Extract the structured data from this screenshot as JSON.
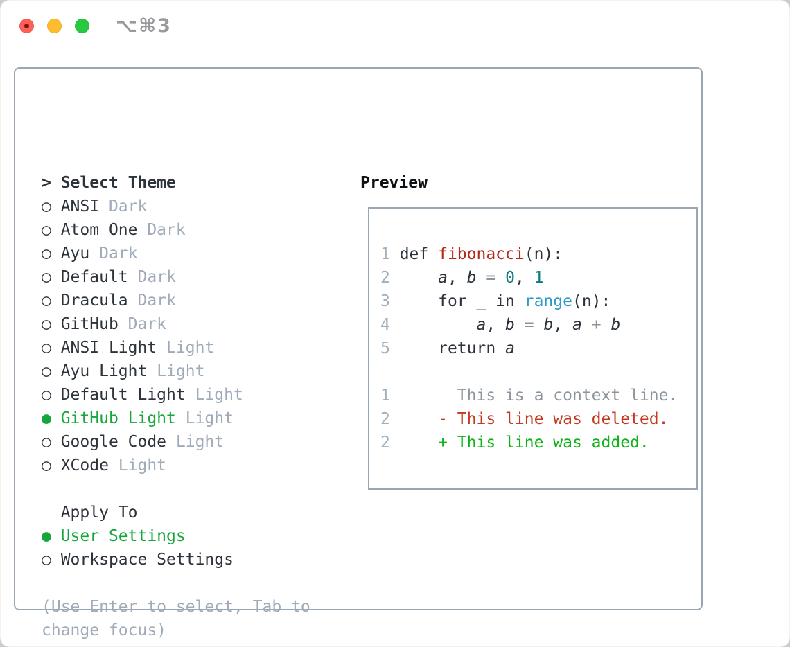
{
  "window": {
    "title": "⌥⌘3",
    "traffic_lights": [
      "close",
      "minimize",
      "zoom"
    ]
  },
  "colors": {
    "panel-border": "#9aa6b2",
    "text-dark": "#2d333b",
    "text-header": "#0f1215",
    "muted": "#9fabb8",
    "accent-green": "#16a63c",
    "line-number": "#a2adb8",
    "func-red": "#b3291a",
    "num-teal": "#0d7b80",
    "builtin-blue": "#2e9bc7",
    "op-gray": "#8a949e",
    "context-gray": "#8d959c",
    "del-red": "#c23a20",
    "add-green": "#0fb218",
    "traffic-red": "#ff5f57",
    "traffic-yellow": "#febc2e",
    "traffic-green": "#28c840",
    "title-gray": "#98989d"
  },
  "theme_selector": {
    "header_marker": ">",
    "header": "Select Theme",
    "unselected_marker": "○",
    "selected_marker": "●",
    "items": [
      {
        "name": "ANSI",
        "variant": "Dark",
        "selected": false
      },
      {
        "name": "Atom One",
        "variant": "Dark",
        "selected": false
      },
      {
        "name": "Ayu",
        "variant": "Dark",
        "selected": false
      },
      {
        "name": "Default",
        "variant": "Dark",
        "selected": false
      },
      {
        "name": "Dracula",
        "variant": "Dark",
        "selected": false
      },
      {
        "name": "GitHub",
        "variant": "Dark",
        "selected": false
      },
      {
        "name": "ANSI Light",
        "variant": "Light",
        "selected": false
      },
      {
        "name": "Ayu Light",
        "variant": "Light",
        "selected": false
      },
      {
        "name": "Default Light",
        "variant": "Light",
        "selected": false
      },
      {
        "name": "GitHub Light",
        "variant": "Light",
        "selected": true
      },
      {
        "name": "Google Code",
        "variant": "Light",
        "selected": false
      },
      {
        "name": "XCode",
        "variant": "Light",
        "selected": false
      }
    ],
    "apply_to": {
      "header": "Apply To",
      "options": [
        {
          "label": "User Settings",
          "selected": true
        },
        {
          "label": "Workspace Settings",
          "selected": false
        }
      ]
    },
    "help_lines": [
      "(Use Enter to select, Tab to",
      "change focus)"
    ]
  },
  "preview": {
    "header": "Preview",
    "lines": [
      {
        "tokens": [
          [
            "ln",
            "1 "
          ],
          [
            "code",
            "def "
          ],
          [
            "func",
            "fibonacci"
          ],
          [
            "code",
            "(n):"
          ]
        ]
      },
      {
        "tokens": [
          [
            "ln",
            "2"
          ],
          [
            "code",
            "     "
          ],
          [
            "var",
            "a"
          ],
          [
            "code",
            ", "
          ],
          [
            "var",
            "b"
          ],
          [
            "code",
            " "
          ],
          [
            "op",
            "="
          ],
          [
            "code",
            " "
          ],
          [
            "num",
            "0"
          ],
          [
            "code",
            ", "
          ],
          [
            "num",
            "1"
          ]
        ]
      },
      {
        "tokens": [
          [
            "ln",
            "3"
          ],
          [
            "code",
            "     for _ in "
          ],
          [
            "builtin",
            "range"
          ],
          [
            "code",
            "(n):"
          ]
        ]
      },
      {
        "tokens": [
          [
            "ln",
            "4"
          ],
          [
            "code",
            "         "
          ],
          [
            "var",
            "a"
          ],
          [
            "code",
            ", "
          ],
          [
            "var",
            "b"
          ],
          [
            "code",
            " "
          ],
          [
            "op",
            "="
          ],
          [
            "code",
            " "
          ],
          [
            "var",
            "b"
          ],
          [
            "code",
            ", "
          ],
          [
            "var",
            "a"
          ],
          [
            "code",
            " "
          ],
          [
            "op",
            "+"
          ],
          [
            "code",
            " "
          ],
          [
            "var",
            "b"
          ]
        ]
      },
      {
        "tokens": [
          [
            "ln",
            "5"
          ],
          [
            "code",
            "     return "
          ],
          [
            "var",
            "a"
          ]
        ]
      },
      {
        "tokens": []
      },
      {
        "tokens": [
          [
            "ln",
            "1"
          ],
          [
            "context",
            "       This is a context line."
          ]
        ]
      },
      {
        "tokens": [
          [
            "ln",
            "2"
          ],
          [
            "code",
            "     "
          ],
          [
            "del",
            "- This line was deleted."
          ]
        ]
      },
      {
        "tokens": [
          [
            "ln",
            "2"
          ],
          [
            "code",
            "     "
          ],
          [
            "add",
            "+ This line was added."
          ]
        ]
      }
    ]
  }
}
